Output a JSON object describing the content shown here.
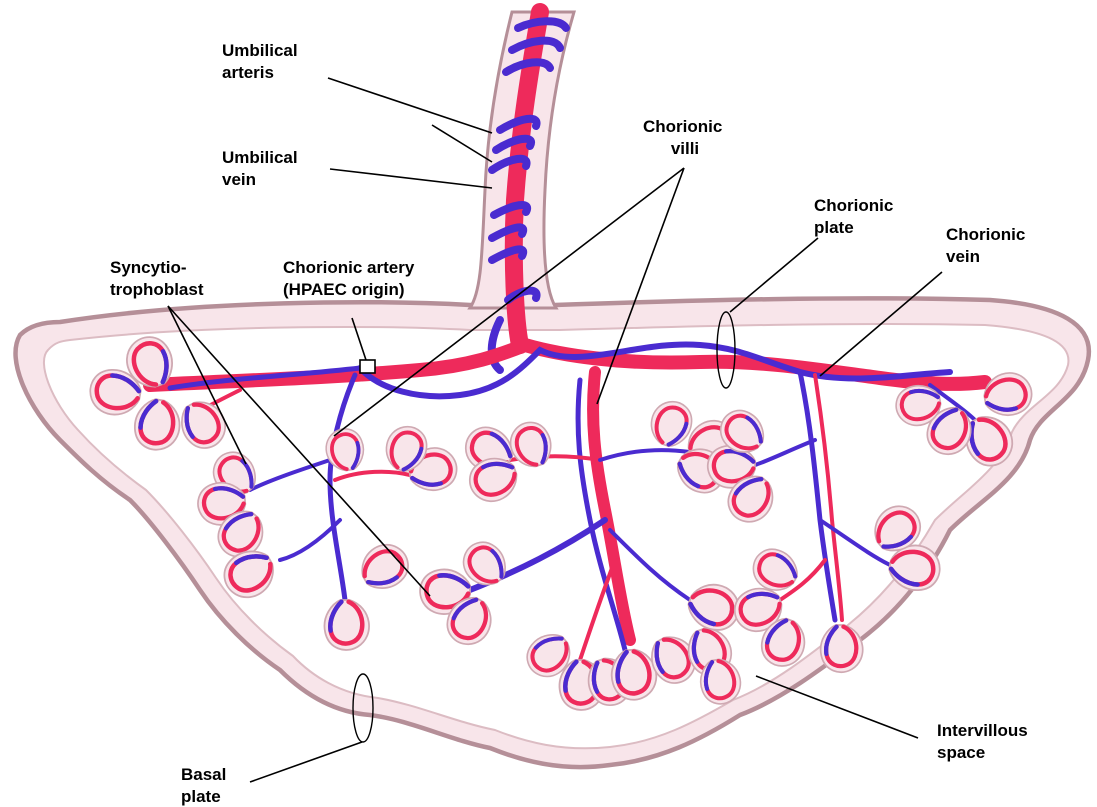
{
  "colors": {
    "artery": "#ee2a5b",
    "vein": "#4a2bd0",
    "tissue": "#f8e5ea",
    "outline": "#b58f98",
    "space": "#ffffff"
  },
  "labels": {
    "umbilical_arteries": [
      "Umbilical",
      "arteris"
    ],
    "umbilical_vein": [
      "Umbilical",
      "vein"
    ],
    "chorionic_villi": [
      "Chorionic",
      "villi"
    ],
    "chorionic_plate": [
      "Chorionic",
      "plate"
    ],
    "chorionic_vein": [
      "Chorionic",
      "vein"
    ],
    "syncytiotrophoblast": [
      "Syncytio-",
      "trophoblast"
    ],
    "chorionic_artery": [
      "Chorionic artery",
      "(HPAEC origin)"
    ],
    "intervillous_space": [
      "Intervillous",
      "space"
    ],
    "basal_plate": [
      "Basal",
      "plate"
    ]
  }
}
